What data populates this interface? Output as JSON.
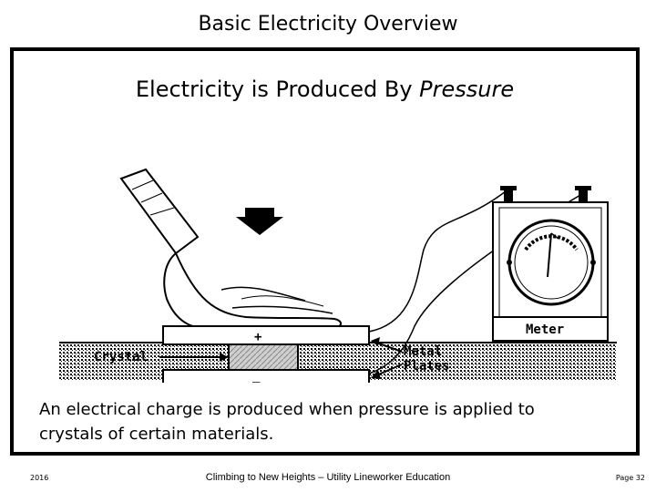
{
  "header": {
    "title": "Basic Electricity Overview"
  },
  "slide": {
    "heading": "Electricity is Produced By ",
    "heading_emphasis": "Pressure",
    "caption_line1": "An electrical charge is produced when pressure is applied to",
    "caption_line2": "crystals of certain materials."
  },
  "figure": {
    "labels": {
      "crystal": "Crystal",
      "metal": "Metal",
      "plates": "Plates",
      "meter": "Meter",
      "plus": "+",
      "minus": "—"
    }
  },
  "footer": {
    "left": "2016",
    "center": "Climbing to New Heights – Utility Lineworker Education",
    "right": "Page 32"
  }
}
